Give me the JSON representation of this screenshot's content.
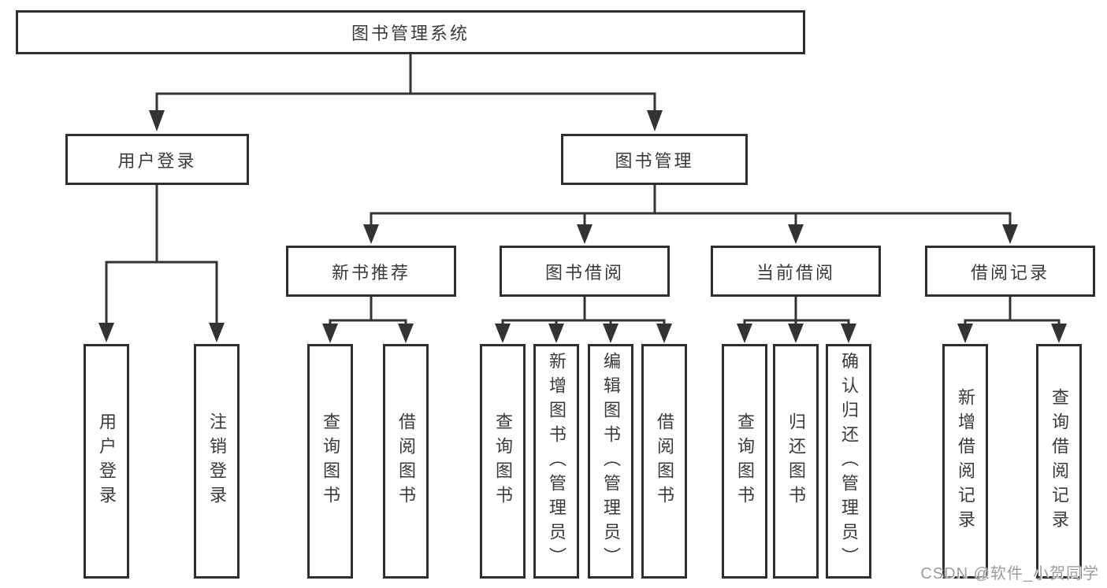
{
  "tree": {
    "label": "图书管理系统",
    "children": [
      {
        "label": "用户登录",
        "children": [
          {
            "label": "用户登录"
          },
          {
            "label": "注销登录"
          }
        ]
      },
      {
        "label": "图书管理",
        "children": [
          {
            "label": "新书推荐",
            "children": [
              {
                "label": "查询图书"
              },
              {
                "label": "借阅图书"
              }
            ]
          },
          {
            "label": "图书借阅",
            "children": [
              {
                "label": "查询图书"
              },
              {
                "label": "新增图书（管理员）"
              },
              {
                "label": "编辑图书（管理员）"
              },
              {
                "label": "借阅图书"
              }
            ]
          },
          {
            "label": "当前借阅",
            "children": [
              {
                "label": "查询图书"
              },
              {
                "label": "归还图书"
              },
              {
                "label": "确认归还（管理员）"
              }
            ]
          },
          {
            "label": "借阅记录",
            "children": [
              {
                "label": "新增借阅记录"
              },
              {
                "label": "查询借阅记录"
              }
            ]
          }
        ]
      }
    ]
  },
  "watermark": "CSDN @软件_小贺同学",
  "colors": {
    "line": "#333333",
    "box_border": "#2e2e2e",
    "text": "#3a3a3a",
    "watermark": "#9c9c9c",
    "background": "#ffffff"
  }
}
